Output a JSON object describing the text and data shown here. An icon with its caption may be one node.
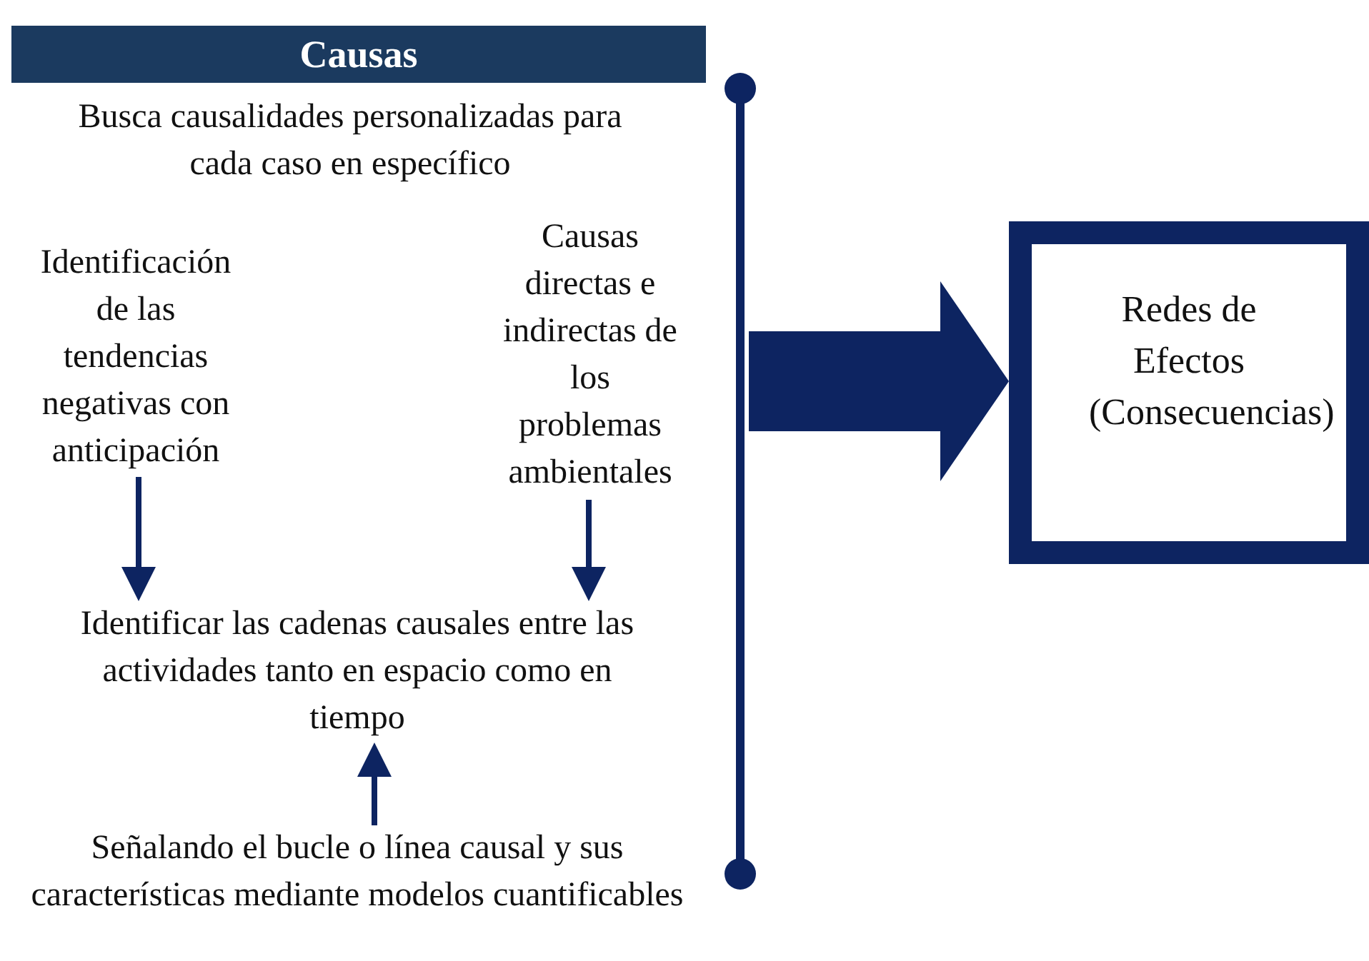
{
  "diagram": {
    "nodes": [
      {
        "text": [
          "Causas"
        ]
      },
      {
        "text": [
          "Busca causalidades personalizadas para cada caso en específico"
        ]
      },
      {
        "text": [
          "Identificación de las tendencias negativas con anticipación"
        ]
      },
      {
        "text": [
          "Causas directas e indirectas de los problemas ambientales"
        ]
      },
      {
        "text": [
          "Identificar las cadenas causales entre las actividades tanto en espacio como en tiempo"
        ]
      },
      {
        "text": [
          "Señalando el bucle o línea causal y sus características mediante modelos cuantificables"
        ]
      },
      {
        "text": [
          "Redes de Efectos (Consecuencias)"
        ]
      }
    ],
    "edges": [
      {
        "from": 2,
        "to": 4,
        "arrow": "to"
      },
      {
        "from": 3,
        "to": 4,
        "arrow": "to"
      },
      {
        "from": 5,
        "to": 4,
        "arrow": "to"
      },
      {
        "from": null,
        "to": 6,
        "arrow": "to",
        "style": "thick"
      }
    ]
  }
}
